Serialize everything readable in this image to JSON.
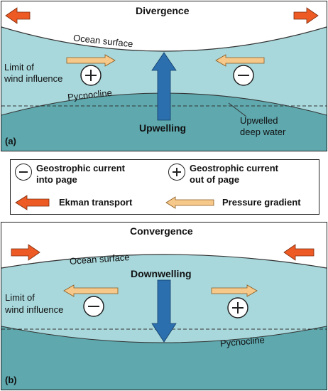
{
  "panel_a": {
    "title": "Divergence",
    "ocean_surface": "Ocean surface",
    "limit_line1": "Limit of",
    "limit_line2": "wind influence",
    "pycnocline": "Pycnocline",
    "upwelling": "Upwelling",
    "upwelled_line1": "Upwelled",
    "upwelled_line2": "deep water",
    "panel_label": "(a)"
  },
  "legend": {
    "into_page_line1": "Geostrophic current",
    "into_page_line2": "into page",
    "out_of_page_line1": "Geostrophic current",
    "out_of_page_line2": "out of page",
    "ekman": "Ekman transport",
    "pressure": "Pressure gradient"
  },
  "panel_b": {
    "title": "Convergence",
    "ocean_surface": "Ocean surface",
    "downwelling": "Downwelling",
    "limit_line1": "Limit of",
    "limit_line2": "wind influence",
    "pycnocline": "Pycnocline",
    "panel_label": "(b)"
  },
  "colors": {
    "upper_water": "#a8d8dc",
    "deep_water": "#5ea8ae",
    "vertical_arrow": "#2c6fae",
    "ekman_arrow": "#ee5a24",
    "pressure_arrow": "#f6c98a"
  }
}
